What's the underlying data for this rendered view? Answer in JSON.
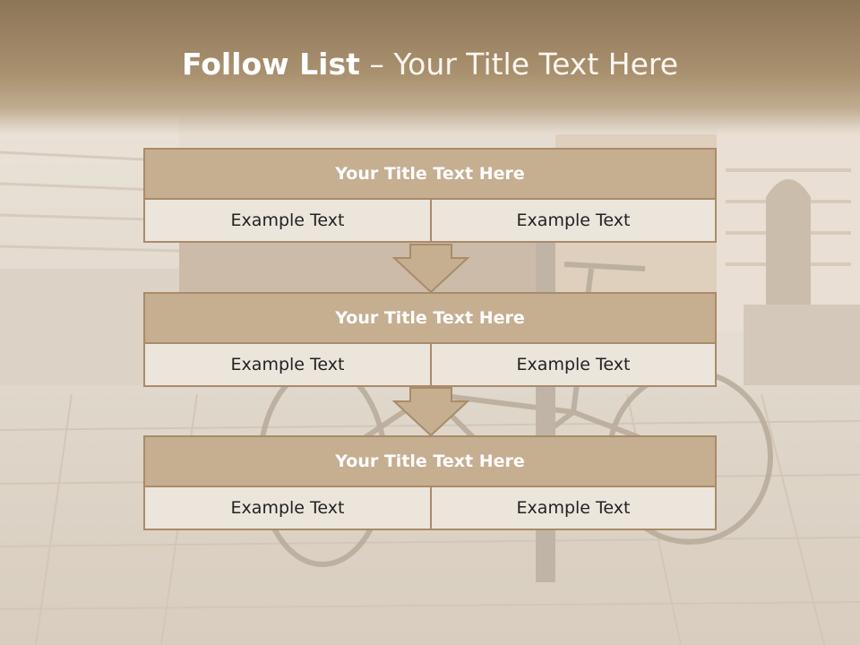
{
  "slide": {
    "title_bold": "Follow List",
    "title_rest": " – Your Title Text Here"
  },
  "blocks": [
    {
      "title": "Your Title Text Here",
      "left": "Example Text",
      "right": "Example Text"
    },
    {
      "title": "Your Title Text Here",
      "left": "Example Text",
      "right": "Example Text"
    },
    {
      "title": "Your Title Text Here",
      "left": "Example Text",
      "right": "Example Text"
    }
  ],
  "colors": {
    "title_band": "#a9916f",
    "header_fill": "#c6ae91",
    "border": "#a98b69",
    "cell_fill": "#ece5dc",
    "arrow_fill": "#c6ae91"
  },
  "background": {
    "subject": "sepia street scene with parked bicycle against building",
    "icon": "bicycle-photo"
  }
}
